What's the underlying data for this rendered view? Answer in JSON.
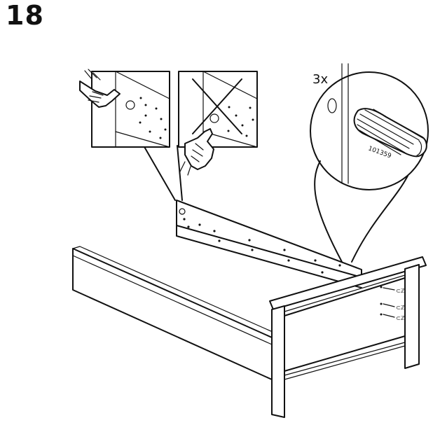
{
  "step": {
    "number": "18"
  },
  "detail": {
    "quantity": "3x",
    "part_number": "101359",
    "hole_label": "⊂ℤ"
  },
  "icons": {
    "hand_point": "pointing-hand-icon",
    "cross": "cross-out-icon",
    "magnifier": "detail-circle-icon",
    "dowel": "wooden-dowel-icon"
  }
}
